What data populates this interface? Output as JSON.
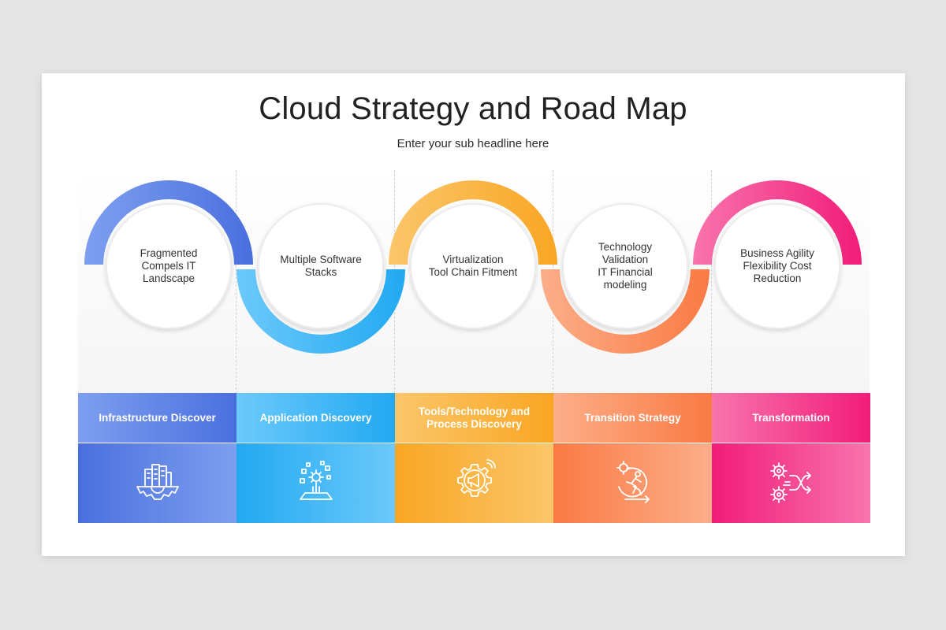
{
  "title": "Cloud Strategy and Road Map",
  "subtitle": "Enter your sub headline here",
  "steps": [
    {
      "circle_lines": [
        "Fragmented",
        "Compels IT",
        "Landscape"
      ],
      "label": "Infrastructure Discover",
      "icon": "city-gear-icon",
      "color_start": "#7e9ff0",
      "color_end": "#4a6fde"
    },
    {
      "circle_lines": [
        "Multiple Software",
        "Stacks"
      ],
      "label": "Application Discovery",
      "icon": "app-discovery-icon",
      "color_start": "#22a9f2",
      "color_end": "#6cc9fa"
    },
    {
      "circle_lines": [
        "Virtualization",
        "Tool Chain Fitment"
      ],
      "label": "Tools/Technology and Process Discovery",
      "icon": "megaphone-gear-icon",
      "color_start": "#f9a623",
      "color_end": "#fbc66a"
    },
    {
      "circle_lines": [
        "Technology",
        "Validation",
        "IT Financial",
        "modeling"
      ],
      "label": "Transition Strategy",
      "icon": "running-person-icon",
      "color_start": "#fa7a44",
      "color_end": "#fcae89"
    },
    {
      "circle_lines": [
        "Business Agility",
        "Flexibility Cost",
        "Reduction"
      ],
      "label": "Transformation",
      "icon": "gears-shuffle-icon",
      "color_start": "#f21c79",
      "color_end": "#f874ad"
    }
  ]
}
